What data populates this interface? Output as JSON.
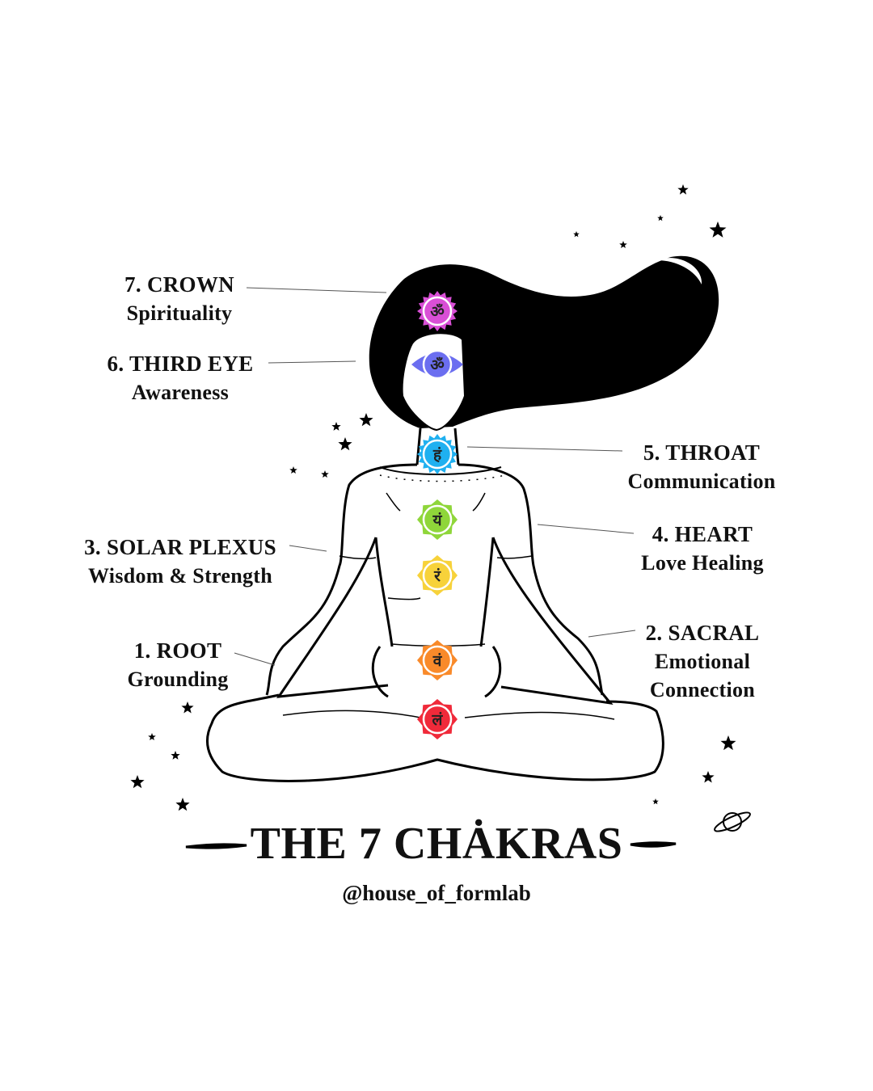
{
  "title": "THE 7 CHȦKRAS",
  "handle": "@house_of_formlab",
  "chakras": [
    {
      "number": "7. CROWN",
      "meaning": "Spirituality",
      "glyph": "ॐ",
      "color": "#d94fd6"
    },
    {
      "number": "6. THIRD EYE",
      "meaning": "Awareness",
      "glyph": "ॐ",
      "color": "#6b6ef0"
    },
    {
      "number": "5. THROAT",
      "meaning": "Communication",
      "glyph": "हं",
      "color": "#1fb0f0"
    },
    {
      "number": "4. HEART",
      "meaning": "Love Healing",
      "glyph": "यं",
      "color": "#8fd63a"
    },
    {
      "number": "3. SOLAR PLEXUS",
      "meaning": "Wisdom & Strength",
      "glyph": "रं",
      "color": "#f7d23a"
    },
    {
      "number": "2. SACRAL",
      "meaning": "Emotional",
      "meaning2": "Connection",
      "glyph": "वं",
      "color": "#f98a2a"
    },
    {
      "number": "1. ROOT",
      "meaning": "Grounding",
      "glyph": "लं",
      "color": "#f02a3a"
    }
  ],
  "icons": [
    "star-icon",
    "planet-icon"
  ]
}
